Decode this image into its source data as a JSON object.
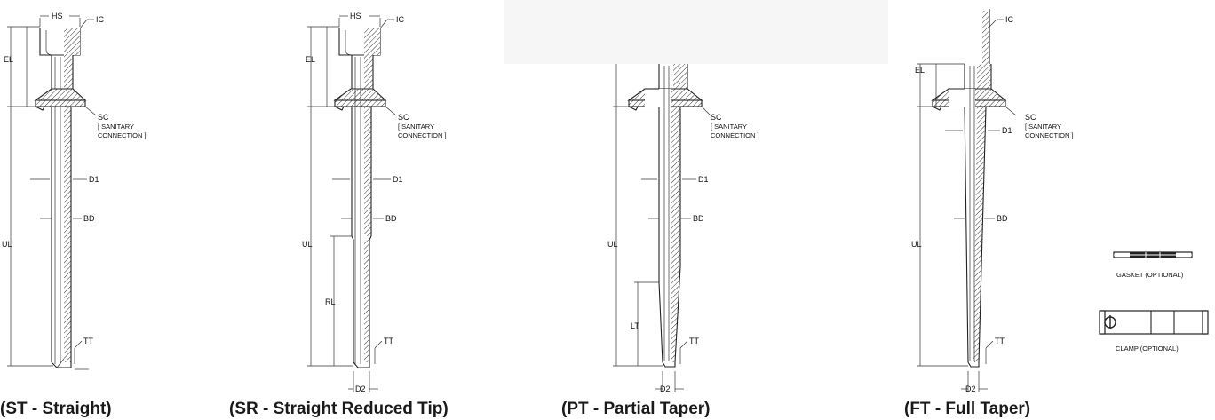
{
  "drawings": [
    {
      "id": "st",
      "caption": "(ST - Straight)",
      "labels": {
        "hs": "HS",
        "ic": "IC",
        "el": "EL",
        "sc": "SC",
        "sc_note_1": "[ SANITARY",
        "sc_note_2": "CONNECTION ]",
        "d1": "D1",
        "bd": "BD",
        "ul": "UL",
        "tt": "TT"
      }
    },
    {
      "id": "sr",
      "caption": "(SR - Straight Reduced Tip)",
      "labels": {
        "hs": "HS",
        "ic": "IC",
        "el": "EL",
        "sc": "SC",
        "sc_note_1": "[ SANITARY",
        "sc_note_2": "CONNECTION ]",
        "d1": "D1",
        "bd": "BD",
        "ul": "UL",
        "rl": "RL",
        "tt": "TT",
        "d2": "D2"
      }
    },
    {
      "id": "pt",
      "caption": "(PT - Partial Taper)",
      "labels": {
        "sc": "SC",
        "sc_note_1": "[ SANITARY",
        "sc_note_2": "CONNECTION ]",
        "d1": "D1",
        "bd": "BD",
        "ul": "UL",
        "lt": "LT",
        "tt": "TT",
        "d2": "D2"
      }
    },
    {
      "id": "ft",
      "caption": "(FT - Full Taper)",
      "labels": {
        "ic": "IC",
        "el": "EL",
        "sc": "SC",
        "sc_note_1": "[ SANITARY",
        "sc_note_2": "CONNECTION ]",
        "d1": "D1",
        "bd": "BD",
        "ul": "UL",
        "tt": "TT",
        "d2": "D2"
      }
    }
  ],
  "accessories": {
    "gasket_label": "GASKET (OPTIONAL)",
    "clamp_label": "CLAMP (OPTIONAL)"
  }
}
